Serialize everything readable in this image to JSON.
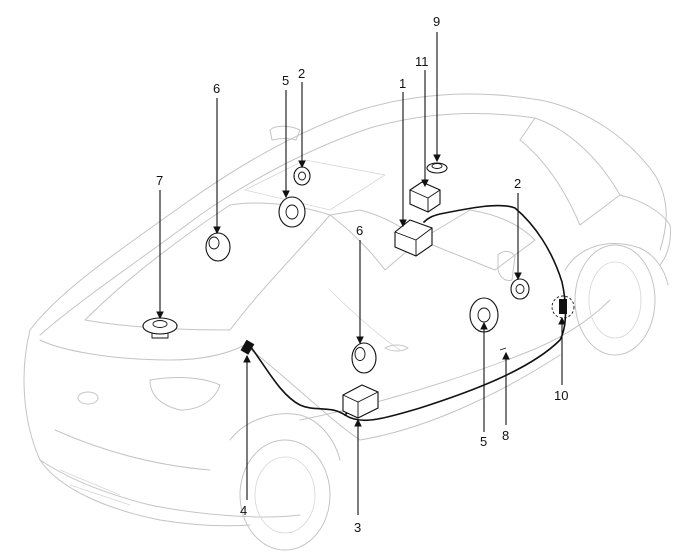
{
  "callouts": [
    {
      "key": "c1",
      "text": "1"
    },
    {
      "key": "c11",
      "text": "11"
    },
    {
      "key": "c9",
      "text": "9"
    },
    {
      "key": "c2a",
      "text": "2"
    },
    {
      "key": "c5a",
      "text": "5"
    },
    {
      "key": "c6a",
      "text": "6"
    },
    {
      "key": "c7",
      "text": "7"
    },
    {
      "key": "c6b",
      "text": "6"
    },
    {
      "key": "c2b",
      "text": "2"
    },
    {
      "key": "c4",
      "text": "4"
    },
    {
      "key": "c3",
      "text": "3"
    },
    {
      "key": "c5b",
      "text": "5"
    },
    {
      "key": "c8",
      "text": "8"
    },
    {
      "key": "c10",
      "text": "10"
    }
  ],
  "colors": {
    "line": "#111111",
    "body_outline": "#c4c4c4",
    "background": "#ffffff"
  }
}
